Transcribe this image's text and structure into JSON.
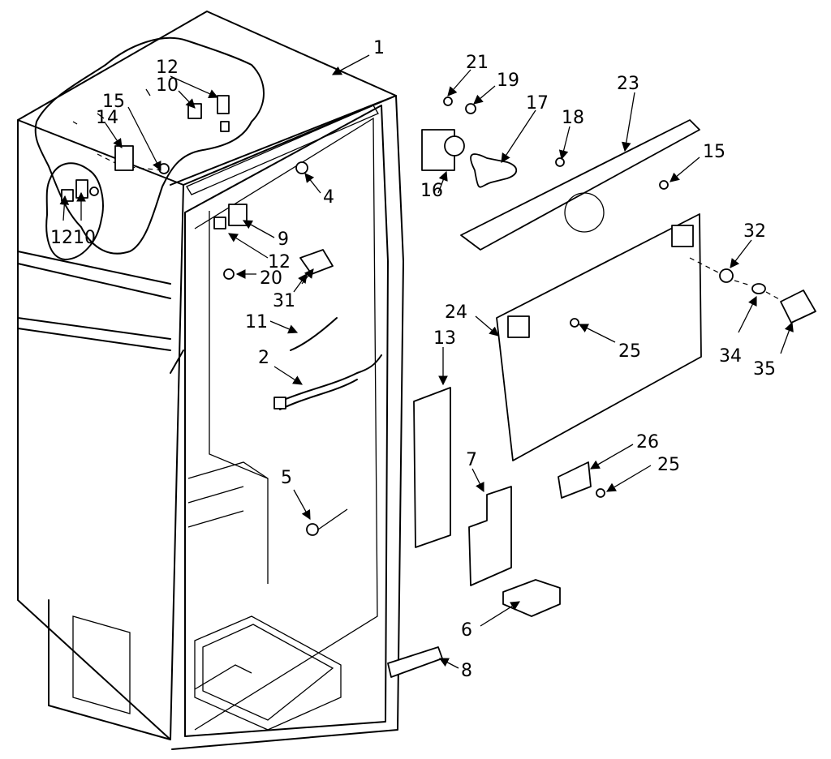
{
  "callouts": [
    {
      "id": "c1",
      "text": "1"
    },
    {
      "id": "c2",
      "text": "2"
    },
    {
      "id": "c4",
      "text": "4"
    },
    {
      "id": "c5",
      "text": "5"
    },
    {
      "id": "c6",
      "text": "6"
    },
    {
      "id": "c7",
      "text": "7"
    },
    {
      "id": "c8",
      "text": "8"
    },
    {
      "id": "c9",
      "text": "9"
    },
    {
      "id": "c10a",
      "text": "10"
    },
    {
      "id": "c10b",
      "text": "10"
    },
    {
      "id": "c11",
      "text": "11"
    },
    {
      "id": "c12a",
      "text": "12"
    },
    {
      "id": "c12b",
      "text": "12"
    },
    {
      "id": "c12c",
      "text": "12"
    },
    {
      "id": "c13",
      "text": "13"
    },
    {
      "id": "c14",
      "text": "14"
    },
    {
      "id": "c15a",
      "text": "15"
    },
    {
      "id": "c15b",
      "text": "15"
    },
    {
      "id": "c16",
      "text": "16"
    },
    {
      "id": "c17",
      "text": "17"
    },
    {
      "id": "c18",
      "text": "18"
    },
    {
      "id": "c19",
      "text": "19"
    },
    {
      "id": "c20",
      "text": "20"
    },
    {
      "id": "c21",
      "text": "21"
    },
    {
      "id": "c23",
      "text": "23"
    },
    {
      "id": "c24",
      "text": "24"
    },
    {
      "id": "c25a",
      "text": "25"
    },
    {
      "id": "c25b",
      "text": "25"
    },
    {
      "id": "c26",
      "text": "26"
    },
    {
      "id": "c31",
      "text": "31"
    },
    {
      "id": "c32",
      "text": "32"
    },
    {
      "id": "c34",
      "text": "34"
    },
    {
      "id": "c35",
      "text": "35"
    }
  ]
}
